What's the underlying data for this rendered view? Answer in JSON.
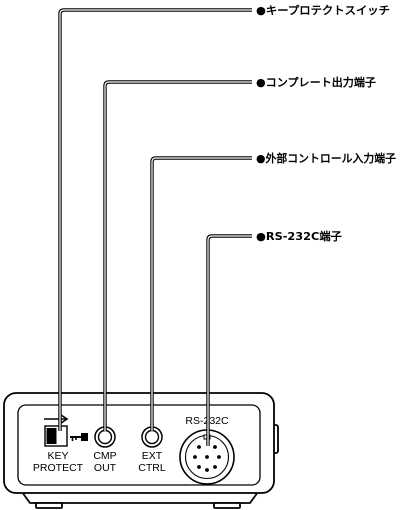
{
  "callouts": [
    {
      "label": "●キープロテクトスイッチ"
    },
    {
      "label": "●コンプレート出力端子"
    },
    {
      "label": "●外部コントロール入力端子"
    },
    {
      "label": "●RS-232C端子"
    }
  ],
  "panel": {
    "key_protect": {
      "line1": "KEY",
      "line2": "PROTECT",
      "icon": "slide-switch-icon",
      "key_icon": "key-icon"
    },
    "cmp_out": {
      "line1": "CMP",
      "line2": "OUT",
      "icon": "jack-icon"
    },
    "ext_ctrl": {
      "line1": "EXT",
      "line2": "CTRL",
      "icon": "jack-icon"
    },
    "rs232c": {
      "label": "RS-232C",
      "icon": "din-connector-icon"
    }
  },
  "colors": {
    "line": "#000000",
    "background": "#ffffff"
  }
}
